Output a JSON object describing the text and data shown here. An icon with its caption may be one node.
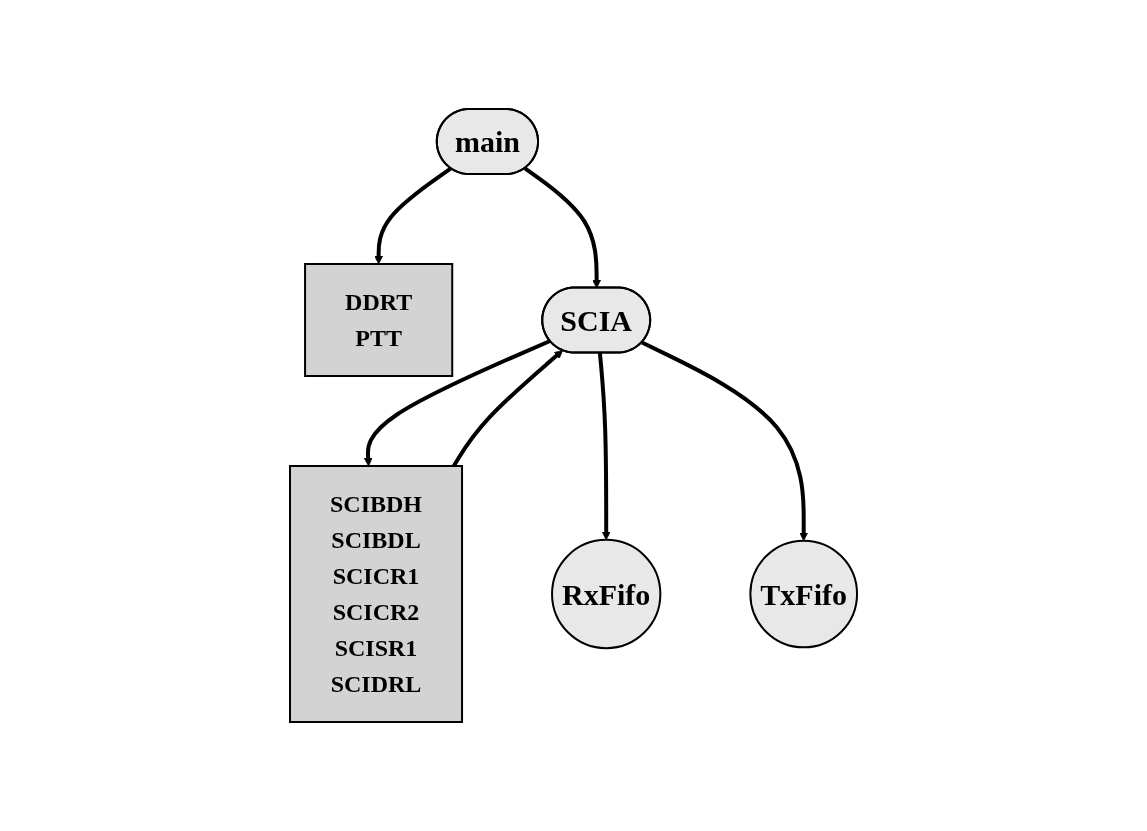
{
  "diagram": {
    "nodes": [
      {
        "text": [
          "main"
        ]
      },
      {
        "text": [
          "DDRT",
          "PTT"
        ]
      },
      {
        "text": [
          "SCIA"
        ]
      },
      {
        "text": [
          "SCIBDH",
          "SCIBDL",
          "SCICR1",
          "SCICR2",
          "SCISR1",
          "SCIDRL"
        ]
      },
      {
        "text": [
          "RxFifo"
        ]
      },
      {
        "text": [
          "TxFifo"
        ]
      }
    ],
    "edges": [
      {
        "from": 0,
        "to": 1,
        "arrow": "to"
      },
      {
        "from": 0,
        "to": 2,
        "arrow": "to"
      },
      {
        "from": 2,
        "to": 3,
        "arrow": "to"
      },
      {
        "from": 3,
        "to": 2,
        "arrow": "to"
      },
      {
        "from": 2,
        "to": 4,
        "arrow": "to"
      },
      {
        "from": 2,
        "to": 5,
        "arrow": "to"
      }
    ]
  }
}
